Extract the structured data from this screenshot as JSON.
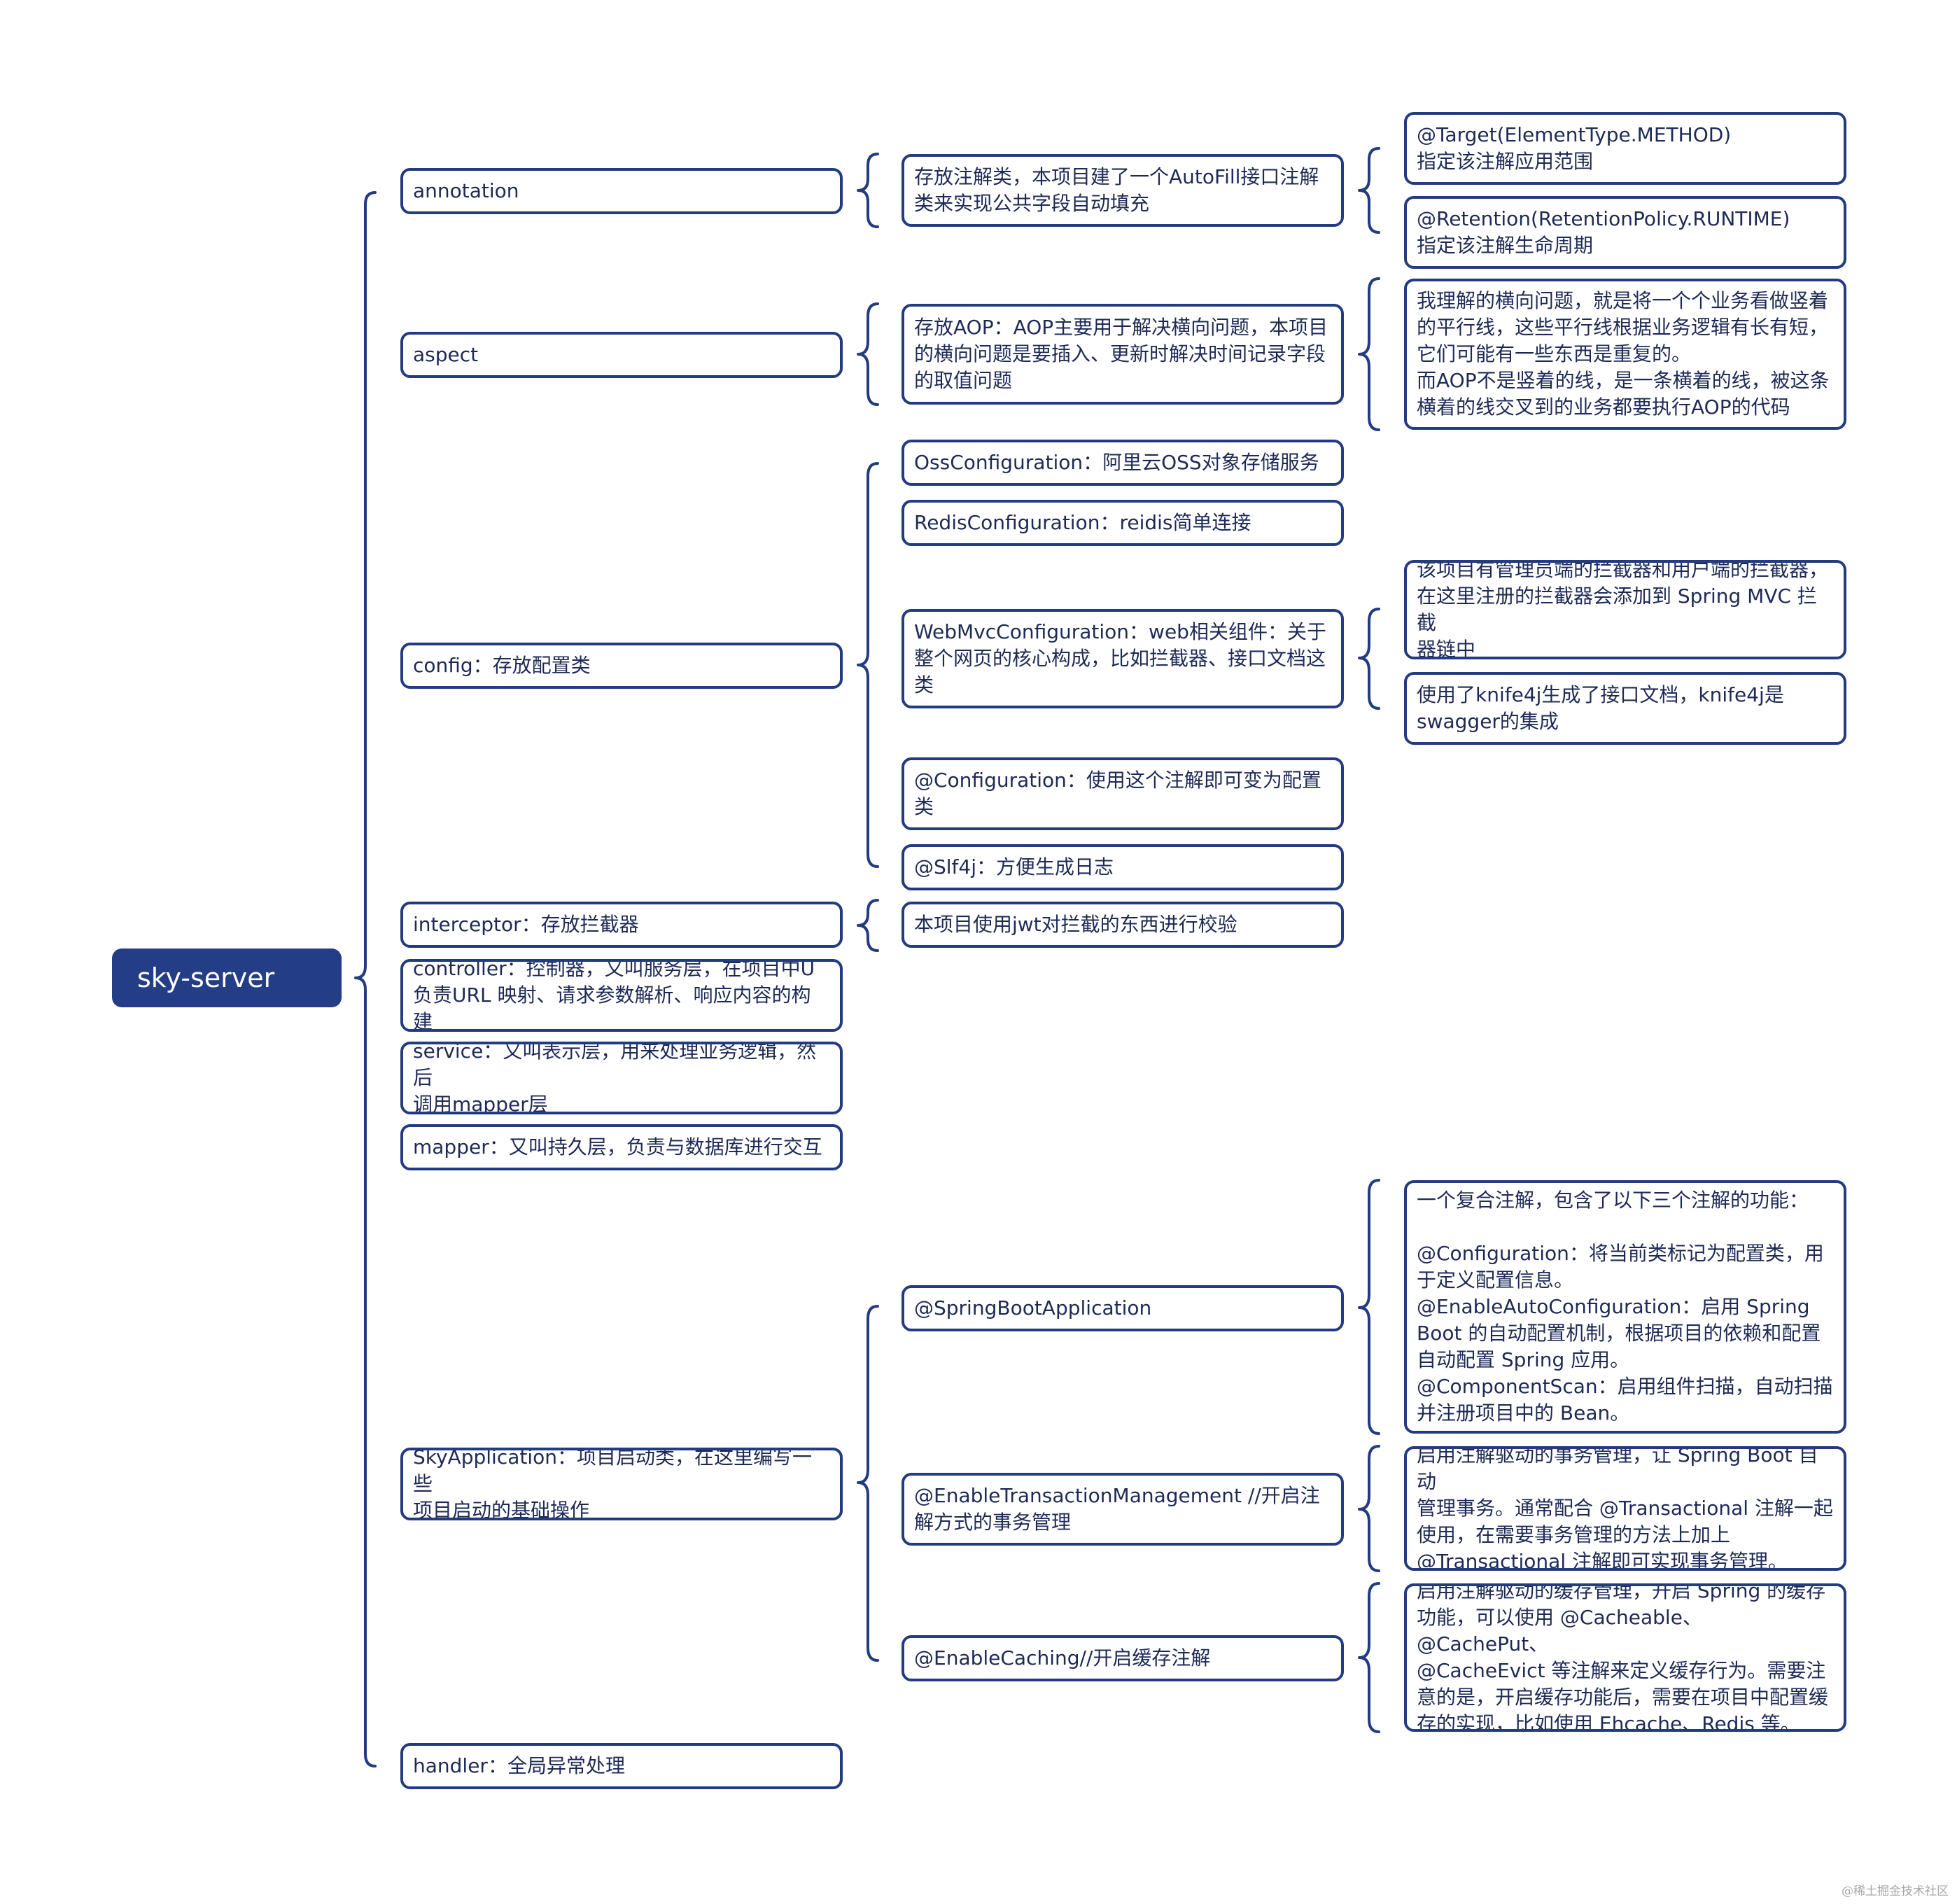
{
  "root": {
    "label": "sky-server"
  },
  "level1": {
    "annotation": "annotation",
    "aspect": "aspect",
    "config": "config：存放配置类",
    "interceptor": "interceptor：存放拦截器",
    "controller": "controller：控制器，又叫服务层，在项目中U\n负责URL 映射、请求参数解析、响应内容的构建",
    "service": "service：又叫表示层，用来处理业务逻辑，然后\n调用mapper层",
    "mapper": "mapper：又叫持久层，负责与数据库进行交互",
    "sky_application": "SkyApplication：项目启动类，在这里编写一些\n项目启动的基础操作",
    "handler": "handler：全局异常处理"
  },
  "level2": {
    "annotation_desc": "存放注解类，本项目建了一个AutoFill接口注解\n类来实现公共字段自动填充",
    "aspect_desc": "存放AOP：AOP主要用于解决横向问题，本项目\n的横向问题是要插入、更新时解决时间记录字段\n的取值问题",
    "oss": "OssConfiguration：阿里云OSS对象存储服务",
    "redis": "RedisConfiguration：reidis简单连接",
    "webmvc": "WebMvcConfiguration：web相关组件：关于\n整个网页的核心构成，比如拦截器、接口文档这\n类",
    "configuration": "@Configuration：使用这个注解即可变为配置\n类",
    "slf4j": "@Slf4j：方便生成日志",
    "jwt": "本项目使用jwt对拦截的东西进行校验",
    "springboot_app": "@SpringBootApplication",
    "tx_mgmt": "@EnableTransactionManagement //开启注\n解方式的事务管理",
    "caching": "@EnableCaching//开启缓存注解"
  },
  "level3": {
    "target": "@Target(ElementType.METHOD)\n指定该注解应用范围",
    "retention": "@Retention(RetentionPolicy.RUNTIME)\n指定该注解生命周期",
    "aop_explain": "我理解的横向问题，就是将一个个业务看做竖着\n的平行线，这些平行线根据业务逻辑有长有短，\n它们可能有一些东西是重复的。\n而AOP不是竖着的线，是一条横着的线，被这条\n横着的线交叉到的业务都要执行AOP的代码",
    "interceptors_note": "该项目有管理员端的拦截器和用户端的拦截器，\n在这里注册的拦截器会添加到 Spring MVC 拦截\n器链中",
    "knife4j_note": "使用了knife4j生成了接口文档，knife4j是\nswagger的集成",
    "springboot_note": "一个复合注解，包含了以下三个注解的功能：\n\n@Configuration：将当前类标记为配置类，用\n于定义配置信息。\n@EnableAutoConfiguration：启用 Spring\nBoot 的自动配置机制，根据项目的依赖和配置\n自动配置 Spring 应用。\n@ComponentScan：启用组件扫描，自动扫描\n并注册项目中的 Bean。",
    "tx_note": "启用注解驱动的事务管理，让 Spring Boot 自动\n管理事务。通常配合 @Transactional 注解一起\n使用，在需要事务管理的方法上加上\n@Transactional 注解即可实现事务管理。",
    "cache_note": "启用注解驱动的缓存管理，开启 Spring 的缓存\n功能，可以使用 @Cacheable、@CachePut、\n@CacheEvict 等注解来定义缓存行为。需要注\n意的是，开启缓存功能后，需要在项目中配置缓\n存的实现，比如使用 Ehcache、Redis 等。"
  },
  "watermark": "@稀土掘金技术社区",
  "colors": {
    "line": "#233b80",
    "root_fill": "#233d87",
    "text": "#1e2a55"
  }
}
